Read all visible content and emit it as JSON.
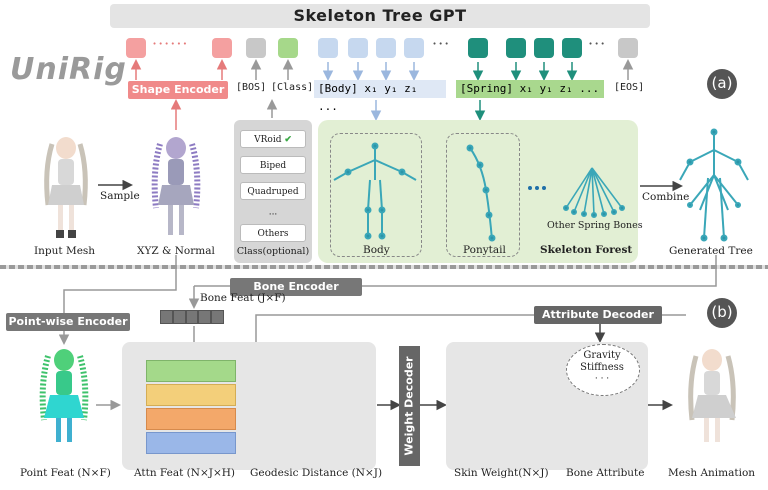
{
  "title": "Skeleton Tree GPT",
  "logo_text": "UniRig",
  "panels": {
    "a": "(a)",
    "b": "(b)"
  },
  "encoders": {
    "shape": "Shape Encoder",
    "bone": "Bone Encoder",
    "point_wise": "Point-wise Encoder",
    "attribute_decoder": "Attribute Decoder",
    "weight_decoder": "Weight Decoder"
  },
  "tokens": {
    "bos": "[BOS]",
    "class": "[Class]",
    "body_seq": "[Body]  x₁  y₁   z₁  ...",
    "spring_seq": "[Spring]  x₁  y₁  z₁ ...",
    "eos": "[EOS]"
  },
  "class_options": [
    "VRoid ✔",
    "Biped",
    "Quadruped",
    "···",
    "Others"
  ],
  "captions": {
    "input_mesh": "Input Mesh",
    "sample": "Sample",
    "xyz_normal": "XYZ & Normal",
    "class_optional": "Class(optional)",
    "body": "Body",
    "ponytail": "Ponytail",
    "other_spring": "Other Spring Bones",
    "skeleton_forest": "Skeleton Forest",
    "combine": "Combine",
    "generated_tree": "Generated Tree",
    "bone_feat": "Bone Feat (J×F)",
    "point_feat": "Point Feat (N×F)",
    "attn_feat": "Attn Feat (N×J×H)",
    "geodesic": "Geodesic Distance (N×J)",
    "skin_weight": "Skin Weight(N×J)",
    "bone_attribute": "Bone Attribute",
    "mesh_animation": "Mesh Animation",
    "gravity": "Gravity",
    "stiffness": "Stiffness",
    "ellipsis": "· · ·"
  },
  "colors": {
    "shape": "#f08a8a",
    "gray_token": "#c8c8c8",
    "green_token": "#a6d88a",
    "blue_token": "#c6d8ef",
    "teal_token": "#1f8f7c",
    "green_panel": "#e2efd4",
    "dark_label": "#555555"
  }
}
